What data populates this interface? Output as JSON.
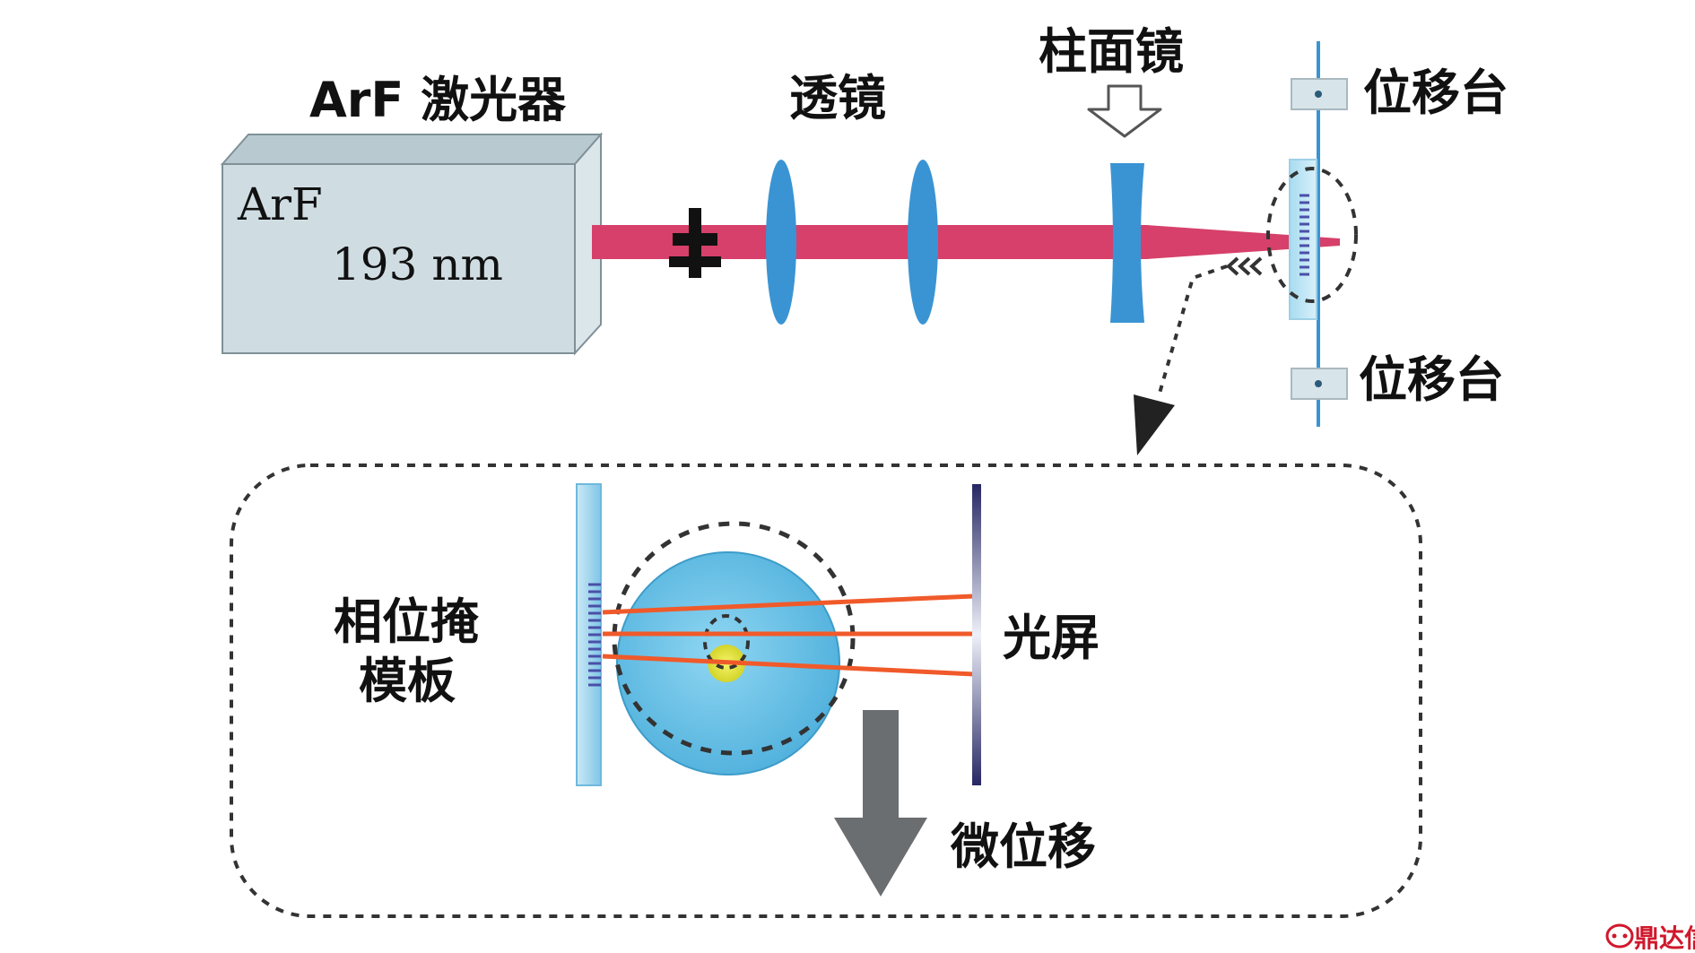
{
  "labels": {
    "laser_title": "ArF 激光器",
    "laser_name": "ArF",
    "laser_wavelength": "193 nm",
    "lens": "透镜",
    "cyl_lens": "柱面镜",
    "stage_top": "位移台",
    "stage_bottom": "位移台",
    "phase_mask_line1": "相位掩",
    "phase_mask_line2": "模板",
    "screen": "光屏",
    "micro_shift": "微位移"
  },
  "watermark": "鼎达信",
  "colors": {
    "laser_box_front": "#cfdde3",
    "laser_box_top": "#b9c9d0",
    "laser_box_side": "#dbe6ea",
    "beam": "#d6406a",
    "lens": "#3a94d3",
    "rail": "#3a94d3",
    "fiber_blue": "#58b8e0",
    "screen": "#3a3b78",
    "arrow_gray": "#6b6e70",
    "red_ray": "#f05a2a",
    "yellow_core": "#e6e63c",
    "watermark": "#d0182c"
  },
  "icons": {
    "shutter": "cross-icon",
    "down_arrow": "hollow-down-arrow-icon",
    "chevrons": "double-chevron-left-icon",
    "pointer": "dotted-arrow-icon",
    "shift_arrow": "big-down-arrow-icon",
    "watermark_logo": "speech-bubble-logo-icon"
  }
}
